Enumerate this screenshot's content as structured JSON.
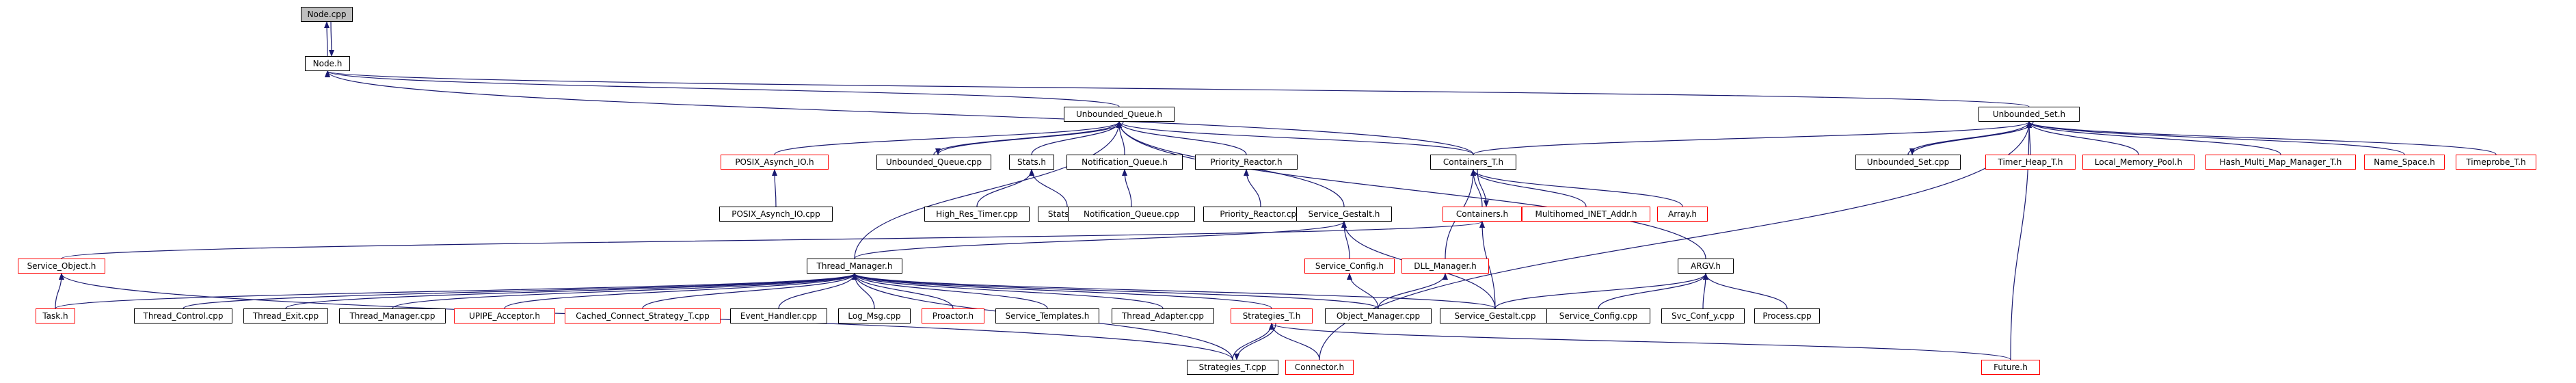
{
  "graph": {
    "edge_color": "#191970",
    "documented_border": "#000000",
    "undocumented_border": "#ff0000",
    "root_fill": "#bfbfbf",
    "nodes": [
      {
        "id": "node_cpp",
        "label": "Node.cpp",
        "style": "root"
      },
      {
        "id": "node_h",
        "label": "Node.h",
        "style": "doc"
      },
      {
        "id": "unbounded_queue_h",
        "label": "Unbounded_Queue.h",
        "style": "doc"
      },
      {
        "id": "unbounded_set_h",
        "label": "Unbounded_Set.h",
        "style": "doc"
      },
      {
        "id": "posix_asynch_io_h",
        "label": "POSIX_Asynch_IO.h",
        "style": "nodoc"
      },
      {
        "id": "unbounded_queue_cpp",
        "label": "Unbounded_Queue.cpp",
        "style": "doc"
      },
      {
        "id": "stats_h",
        "label": "Stats.h",
        "style": "doc"
      },
      {
        "id": "notification_queue_h",
        "label": "Notification_Queue.h",
        "style": "doc"
      },
      {
        "id": "priority_reactor_h",
        "label": "Priority_Reactor.h",
        "style": "doc"
      },
      {
        "id": "containers_t_h",
        "label": "Containers_T.h",
        "style": "doc"
      },
      {
        "id": "unbounded_set_cpp",
        "label": "Unbounded_Set.cpp",
        "style": "doc"
      },
      {
        "id": "timer_heap_t_h",
        "label": "Timer_Heap_T.h",
        "style": "nodoc"
      },
      {
        "id": "local_memory_pool_h",
        "label": "Local_Memory_Pool.h",
        "style": "nodoc"
      },
      {
        "id": "hash_multi_map_manager_t_h",
        "label": "Hash_Multi_Map_Manager_T.h",
        "style": "nodoc"
      },
      {
        "id": "name_space_h",
        "label": "Name_Space.h",
        "style": "nodoc"
      },
      {
        "id": "timeprobe_t_h",
        "label": "Timeprobe_T.h",
        "style": "nodoc"
      },
      {
        "id": "posix_asynch_io_cpp",
        "label": "POSIX_Asynch_IO.cpp",
        "style": "doc"
      },
      {
        "id": "high_res_timer_cpp",
        "label": "High_Res_Timer.cpp",
        "style": "doc"
      },
      {
        "id": "stats_cpp",
        "label": "Stats.cpp",
        "style": "doc"
      },
      {
        "id": "notification_queue_cpp",
        "label": "Notification_Queue.cpp",
        "style": "doc"
      },
      {
        "id": "priority_reactor_cpp",
        "label": "Priority_Reactor.cpp",
        "style": "doc"
      },
      {
        "id": "service_gestalt_h",
        "label": "Service_Gestalt.h",
        "style": "doc"
      },
      {
        "id": "containers_h",
        "label": "Containers.h",
        "style": "nodoc"
      },
      {
        "id": "multihomed_inet_addr_h",
        "label": "Multihomed_INET_Addr.h",
        "style": "nodoc"
      },
      {
        "id": "array_h",
        "label": "Array.h",
        "style": "nodoc"
      },
      {
        "id": "service_object_h",
        "label": "Service_Object.h",
        "style": "nodoc"
      },
      {
        "id": "thread_manager_h",
        "label": "Thread_Manager.h",
        "style": "doc"
      },
      {
        "id": "service_config_h",
        "label": "Service_Config.h",
        "style": "nodoc"
      },
      {
        "id": "dll_manager_h",
        "label": "DLL_Manager.h",
        "style": "nodoc"
      },
      {
        "id": "argv_h",
        "label": "ARGV.h",
        "style": "doc"
      },
      {
        "id": "task_h",
        "label": "Task.h",
        "style": "nodoc"
      },
      {
        "id": "thread_control_cpp",
        "label": "Thread_Control.cpp",
        "style": "doc"
      },
      {
        "id": "thread_exit_cpp",
        "label": "Thread_Exit.cpp",
        "style": "doc"
      },
      {
        "id": "thread_manager_cpp",
        "label": "Thread_Manager.cpp",
        "style": "doc"
      },
      {
        "id": "upipe_acceptor_h",
        "label": "UPIPE_Acceptor.h",
        "style": "nodoc"
      },
      {
        "id": "cached_connect_strategy_t_cpp",
        "label": "Cached_Connect_Strategy_T.cpp",
        "style": "nodoc"
      },
      {
        "id": "event_handler_cpp",
        "label": "Event_Handler.cpp",
        "style": "doc"
      },
      {
        "id": "log_msg_cpp",
        "label": "Log_Msg.cpp",
        "style": "doc"
      },
      {
        "id": "proactor_h",
        "label": "Proactor.h",
        "style": "nodoc"
      },
      {
        "id": "service_templates_h",
        "label": "Service_Templates.h",
        "style": "doc"
      },
      {
        "id": "thread_adapter_cpp",
        "label": "Thread_Adapter.cpp",
        "style": "doc"
      },
      {
        "id": "strategies_t_h",
        "label": "Strategies_T.h",
        "style": "nodoc"
      },
      {
        "id": "object_manager_cpp",
        "label": "Object_Manager.cpp",
        "style": "doc"
      },
      {
        "id": "service_gestalt_cpp",
        "label": "Service_Gestalt.cpp",
        "style": "doc"
      },
      {
        "id": "service_config_cpp",
        "label": "Service_Config.cpp",
        "style": "doc"
      },
      {
        "id": "svc_conf_y_cpp",
        "label": "Svc_Conf_y.cpp",
        "style": "doc"
      },
      {
        "id": "process_cpp",
        "label": "Process.cpp",
        "style": "doc"
      },
      {
        "id": "strategies_t_cpp",
        "label": "Strategies_T.cpp",
        "style": "doc"
      },
      {
        "id": "connector_h",
        "label": "Connector.h",
        "style": "nodoc"
      },
      {
        "id": "future_h",
        "label": "Future.h",
        "style": "nodoc"
      }
    ],
    "edges": [
      [
        "node_h",
        "node_cpp"
      ],
      [
        "node_cpp",
        "node_h"
      ],
      [
        "unbounded_queue_h",
        "node_h"
      ],
      [
        "unbounded_set_h",
        "node_h"
      ],
      [
        "containers_t_h",
        "node_h"
      ],
      [
        "posix_asynch_io_h",
        "unbounded_queue_h"
      ],
      [
        "unbounded_queue_cpp",
        "unbounded_queue_h"
      ],
      [
        "unbounded_queue_h",
        "unbounded_queue_cpp"
      ],
      [
        "stats_h",
        "unbounded_queue_h"
      ],
      [
        "notification_queue_h",
        "unbounded_queue_h"
      ],
      [
        "priority_reactor_h",
        "unbounded_queue_h"
      ],
      [
        "containers_t_h",
        "unbounded_queue_h"
      ],
      [
        "service_gestalt_h",
        "unbounded_queue_h"
      ],
      [
        "thread_manager_h",
        "unbounded_queue_h"
      ],
      [
        "argv_h",
        "unbounded_queue_h"
      ],
      [
        "containers_t_h",
        "unbounded_set_h"
      ],
      [
        "unbounded_set_cpp",
        "unbounded_set_h"
      ],
      [
        "unbounded_set_h",
        "unbounded_set_cpp"
      ],
      [
        "timer_heap_t_h",
        "unbounded_set_h"
      ],
      [
        "local_memory_pool_h",
        "unbounded_set_h"
      ],
      [
        "hash_multi_map_manager_t_h",
        "unbounded_set_h"
      ],
      [
        "name_space_h",
        "unbounded_set_h"
      ],
      [
        "timeprobe_t_h",
        "unbounded_set_h"
      ],
      [
        "connector_h",
        "unbounded_set_h"
      ],
      [
        "future_h",
        "unbounded_set_h"
      ],
      [
        "posix_asynch_io_cpp",
        "posix_asynch_io_h"
      ],
      [
        "high_res_timer_cpp",
        "stats_h"
      ],
      [
        "stats_cpp",
        "stats_h"
      ],
      [
        "notification_queue_cpp",
        "notification_queue_h"
      ],
      [
        "priority_reactor_cpp",
        "priority_reactor_h"
      ],
      [
        "containers_h",
        "containers_t_h"
      ],
      [
        "containers_t_h",
        "containers_h"
      ],
      [
        "multihomed_inet_addr_h",
        "containers_t_h"
      ],
      [
        "array_h",
        "containers_t_h"
      ],
      [
        "dll_manager_h",
        "containers_t_h"
      ],
      [
        "service_config_h",
        "service_gestalt_h"
      ],
      [
        "thread_manager_h",
        "service_gestalt_h"
      ],
      [
        "service_gestalt_cpp",
        "service_gestalt_h"
      ],
      [
        "service_object_h",
        "containers_h"
      ],
      [
        "service_gestalt_cpp",
        "containers_h"
      ],
      [
        "object_manager_cpp",
        "service_config_h"
      ],
      [
        "object_manager_cpp",
        "dll_manager_h"
      ],
      [
        "service_gestalt_cpp",
        "argv_h"
      ],
      [
        "service_config_cpp",
        "argv_h"
      ],
      [
        "svc_conf_y_cpp",
        "argv_h"
      ],
      [
        "process_cpp",
        "argv_h"
      ],
      [
        "task_h",
        "service_object_h"
      ],
      [
        "strategies_t_cpp",
        "service_object_h"
      ],
      [
        "task_h",
        "thread_manager_h"
      ],
      [
        "thread_control_cpp",
        "thread_manager_h"
      ],
      [
        "thread_exit_cpp",
        "thread_manager_h"
      ],
      [
        "thread_manager_cpp",
        "thread_manager_h"
      ],
      [
        "upipe_acceptor_h",
        "thread_manager_h"
      ],
      [
        "cached_connect_strategy_t_cpp",
        "thread_manager_h"
      ],
      [
        "event_handler_cpp",
        "thread_manager_h"
      ],
      [
        "log_msg_cpp",
        "thread_manager_h"
      ],
      [
        "proactor_h",
        "thread_manager_h"
      ],
      [
        "service_templates_h",
        "thread_manager_h"
      ],
      [
        "thread_adapter_cpp",
        "thread_manager_h"
      ],
      [
        "strategies_t_h",
        "thread_manager_h"
      ],
      [
        "object_manager_cpp",
        "thread_manager_h"
      ],
      [
        "service_gestalt_cpp",
        "thread_manager_h"
      ],
      [
        "strategies_t_cpp",
        "thread_manager_h"
      ],
      [
        "strategies_t_cpp",
        "strategies_t_h"
      ],
      [
        "strategies_t_h",
        "strategies_t_cpp"
      ],
      [
        "connector_h",
        "strategies_t_h"
      ],
      [
        "future_h",
        "strategies_t_h"
      ]
    ]
  }
}
